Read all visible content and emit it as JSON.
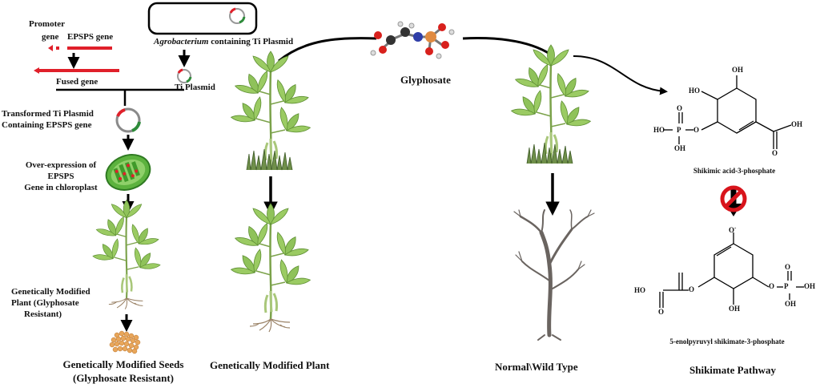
{
  "labels": {
    "promoter": "Promoter",
    "gene_row": "gene",
    "epsps_gene": "EPSPS gene",
    "agro_italic": "Agrobacterium",
    "agro_rest": "containing Ti Plasmid",
    "fused_gene": "Fused gene",
    "ti_plasmid": "Ti  Plasmid",
    "transformed_1": "Transformed  Ti Plasmid",
    "transformed_2": "Containing  EPSPS gene",
    "over_1": "Over-expression of",
    "over_2": "EPSPS",
    "over_3": "Gene  in chloroplast",
    "gm_plant_small_1": "Genetically Modified",
    "gm_plant_small_2": "Plant  (Glyphosate",
    "gm_plant_small_3": "Resistant)",
    "gm_seeds_1": "Genetically Modified Seeds",
    "gm_seeds_2": "(Glyphosate Resistant)",
    "gm_plant": "Genetically Modified Plant",
    "glyphosate": "Glyphosate",
    "normal_wild": "Normal\\Wild Type",
    "shikimic": "Shikimic acid-3-phosphate",
    "enolpyruvyl": "5-enolpyruvyl shikimate-3-phosphate",
    "shikimate_pathway": "Shikimate Pathway"
  },
  "chem": {
    "ho": "HO",
    "oh": "OH",
    "o": "O",
    "p": "P",
    "o_minus": "O",
    "minus": "-"
  },
  "colors": {
    "gene_red": "#e0202a",
    "plasmid_green": "#2e8b3a",
    "leaf": "#8fc25a",
    "chloroplast": "#5cb23e",
    "inhibit_red": "#d8141c",
    "seed": "#e8a65a",
    "bare_tree": "#6a6460"
  },
  "icons": [
    "ti-plasmid-icon",
    "chloroplast-icon",
    "glyphosate-molecule-icon",
    "inhibition-icon",
    "bare-tree-icon",
    "seeds-icon"
  ]
}
